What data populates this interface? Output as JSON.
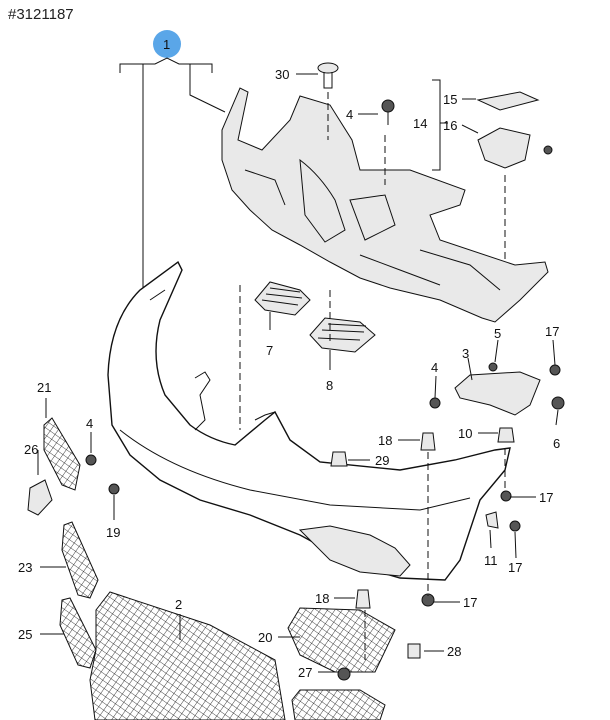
{
  "part_number": "#3121187",
  "labels": {
    "l1": "1",
    "l2": "2",
    "l3": "3",
    "l4a": "4",
    "l4b": "4",
    "l4c": "4",
    "l5": "5",
    "l6": "6",
    "l7": "7",
    "l8": "8",
    "l10": "10",
    "l11": "11",
    "l14": "14",
    "l15": "15",
    "l16": "16",
    "l17a": "17",
    "l17b": "17",
    "l17c": "17",
    "l17d": "17",
    "l18a": "18",
    "l18b": "18",
    "l19": "19",
    "l20": "20",
    "l21": "21",
    "l23": "23",
    "l25": "25",
    "l26": "26",
    "l27": "27",
    "l28": "28",
    "l29": "29",
    "l30": "30"
  },
  "colors": {
    "callout": "#5aa6e8",
    "ink": "#111111"
  }
}
